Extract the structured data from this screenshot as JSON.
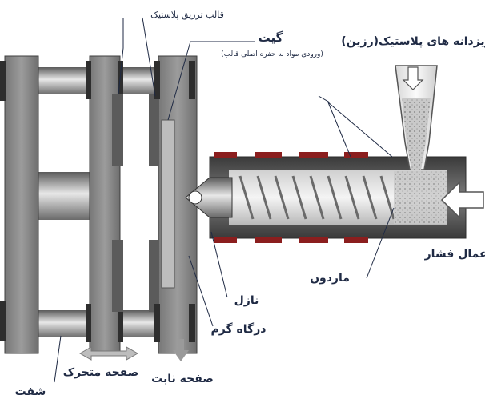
{
  "labels": {
    "mold": "قالب تزریق پلاستیک",
    "gate": "گیت",
    "gate_note": "(ورودی مواد به حفره اصلی قالب)",
    "resin": "ریزدانه های پلاستیک(رزین)",
    "pressure": "اعمال فشار",
    "screw": "ماردون",
    "nozzle": "نازل",
    "hot_runner": "درگاه گرم",
    "movable_platen": "صفحه متحرک",
    "fixed_platen": "صفحه ثابت",
    "shaft": "شفت"
  },
  "colors": {
    "heater_bands": "#8b1e1e",
    "label_text": "#1f2a44",
    "metal_dark": "#4a4a4a",
    "metal_mid": "#8a8a8a"
  }
}
